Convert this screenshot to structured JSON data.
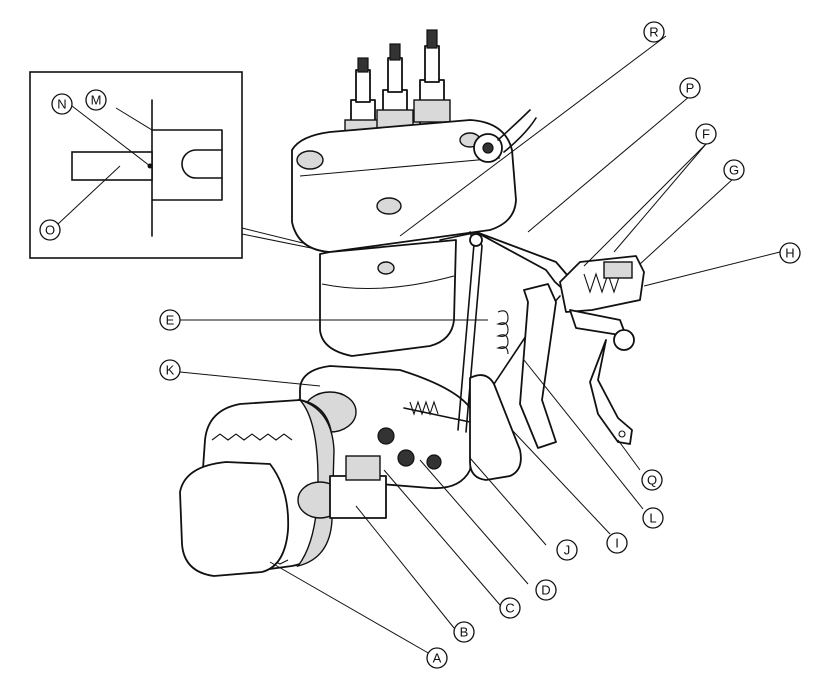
{
  "callouts": [
    {
      "id": "A",
      "label": "A"
    },
    {
      "id": "B",
      "label": "B"
    },
    {
      "id": "C",
      "label": "C"
    },
    {
      "id": "D",
      "label": "D"
    },
    {
      "id": "E",
      "label": "E"
    },
    {
      "id": "F",
      "label": "F"
    },
    {
      "id": "G",
      "label": "G"
    },
    {
      "id": "H",
      "label": "H"
    },
    {
      "id": "I",
      "label": "I"
    },
    {
      "id": "J",
      "label": "J"
    },
    {
      "id": "K",
      "label": "K"
    },
    {
      "id": "L",
      "label": "L"
    },
    {
      "id": "M",
      "label": "M"
    },
    {
      "id": "N",
      "label": "N"
    },
    {
      "id": "O",
      "label": "O"
    },
    {
      "id": "P",
      "label": "P"
    },
    {
      "id": "Q",
      "label": "Q"
    },
    {
      "id": "R",
      "label": "R"
    }
  ]
}
